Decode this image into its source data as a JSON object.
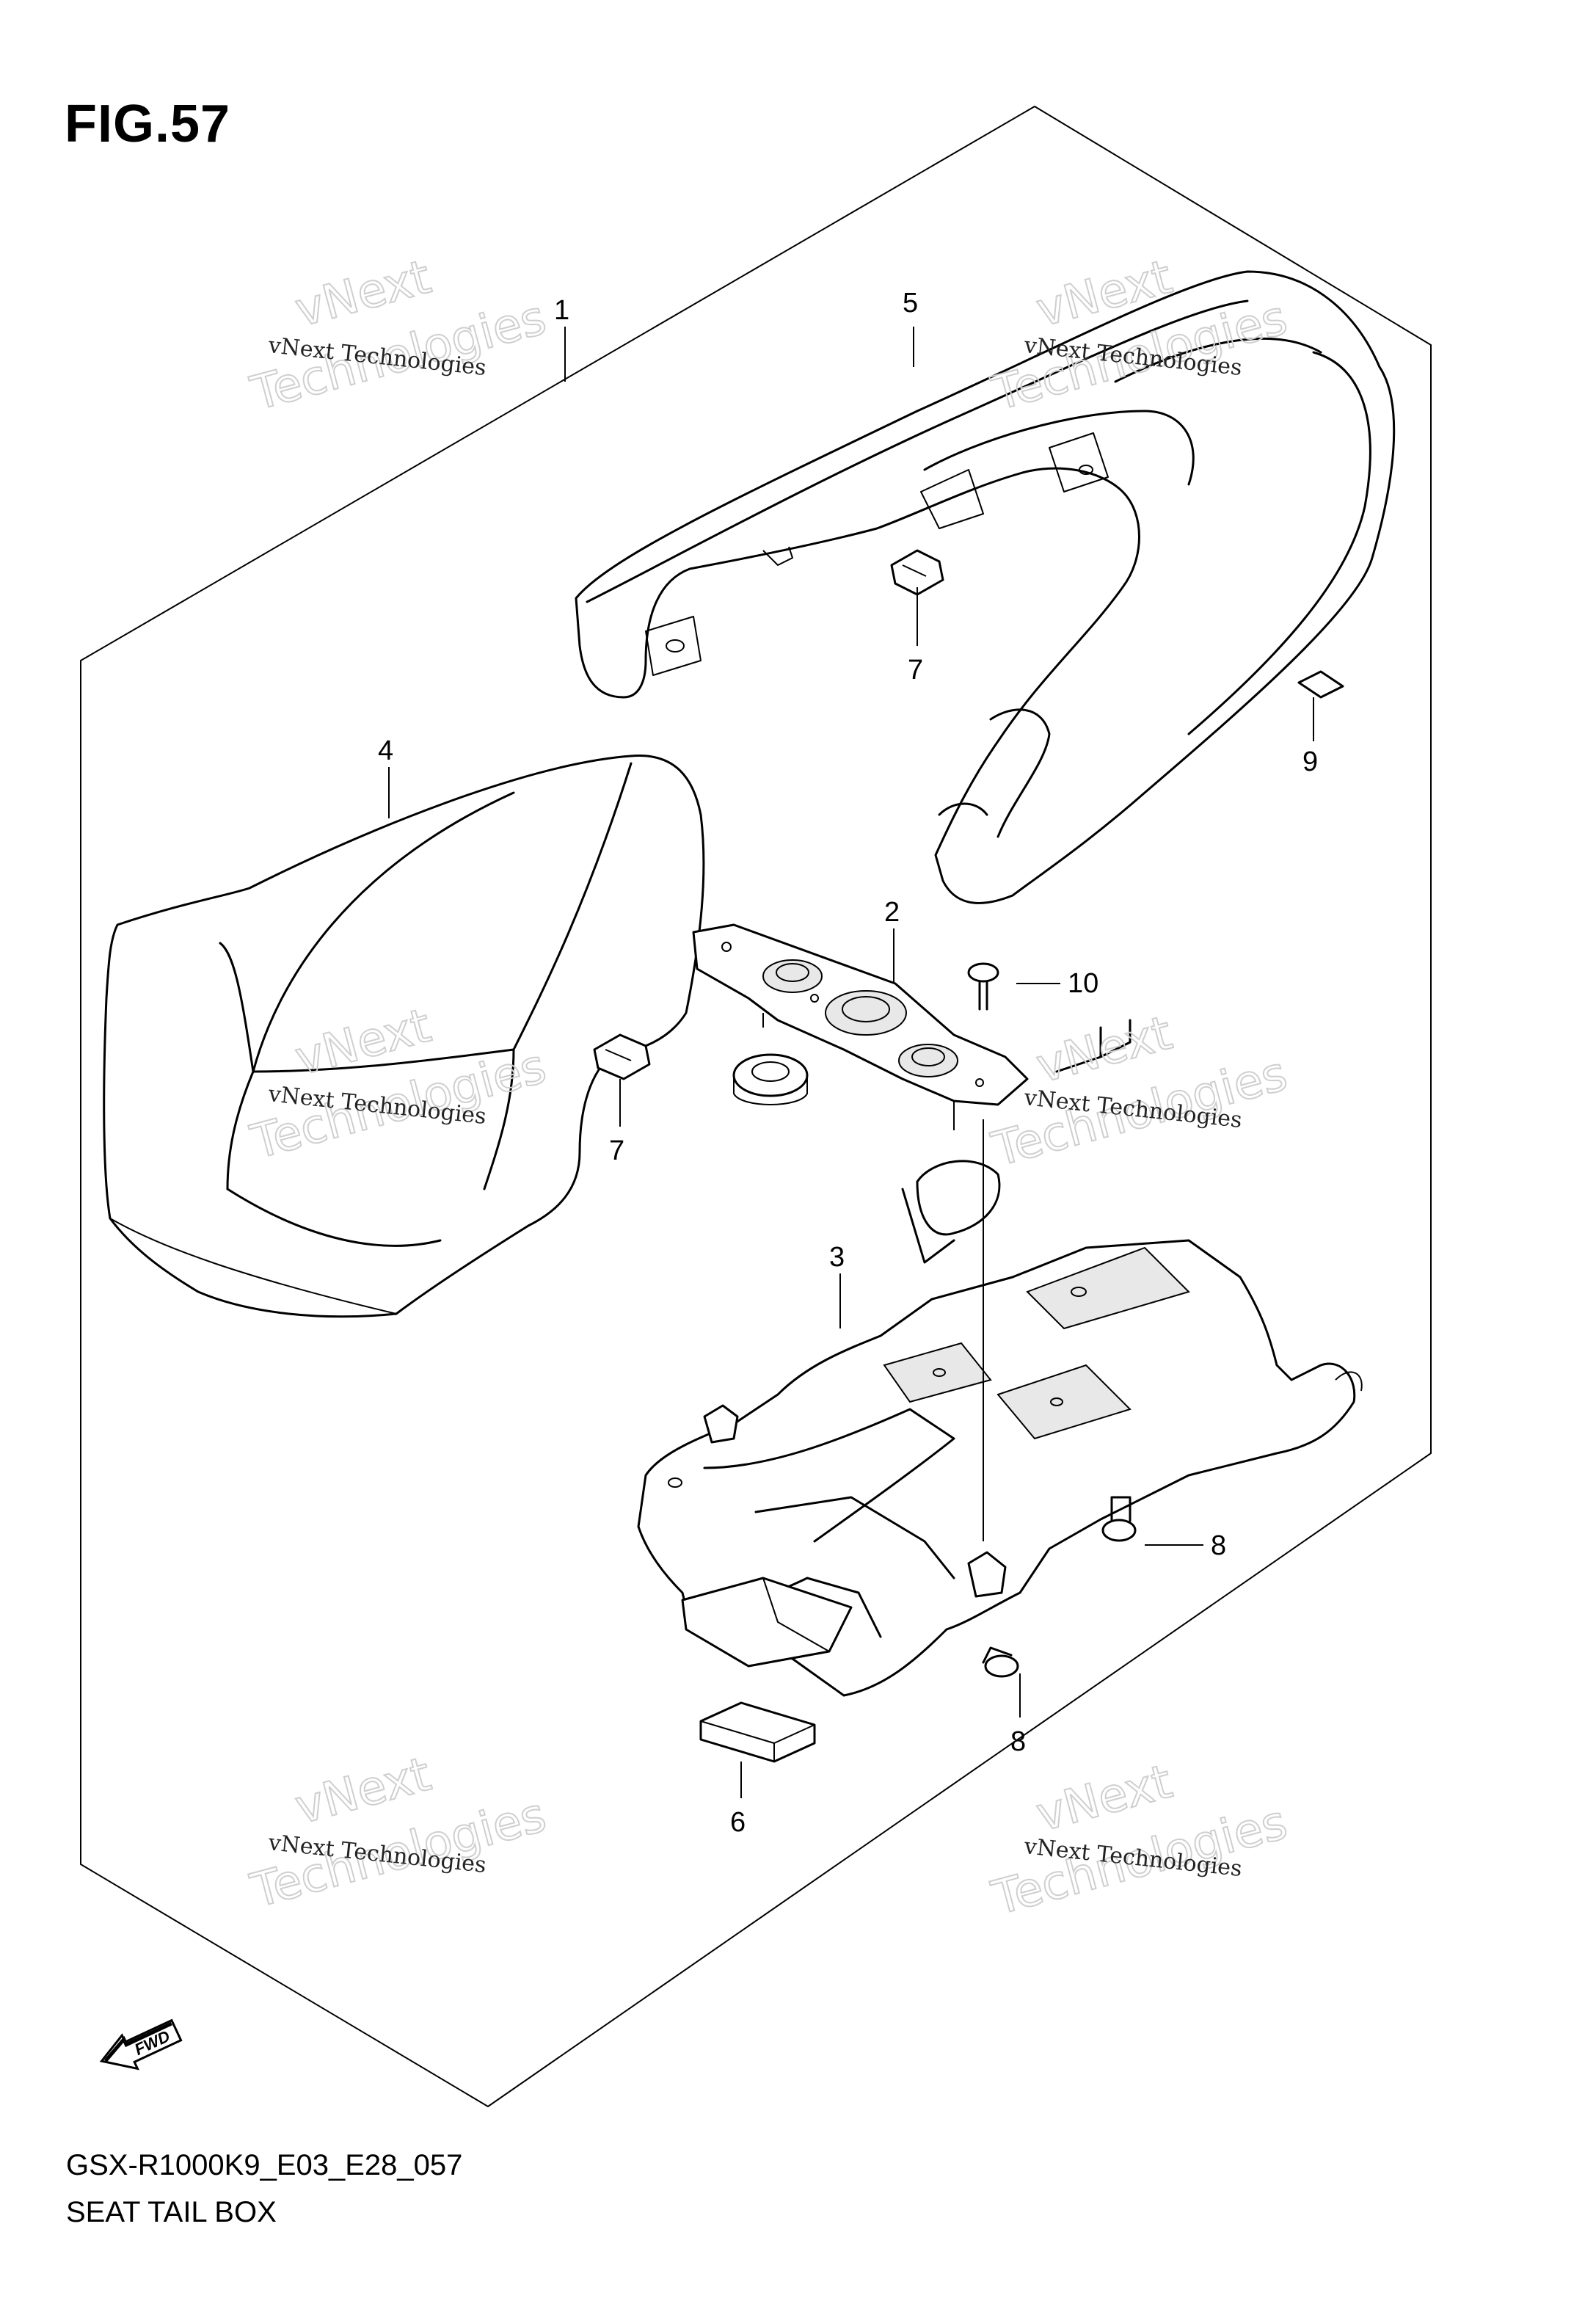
{
  "figure": {
    "title": "FIG.57",
    "model_code": "GSX-R1000K9_E03_E28_057",
    "assembly_name": "SEAT TAIL BOX"
  },
  "fwd_label": "FWD",
  "watermark": {
    "line_top": "vNext",
    "line_mid": "vNext Technologies",
    "line_big": "Technologies"
  },
  "callouts": [
    "1",
    "2",
    "3",
    "4",
    "5",
    "6",
    "7",
    "7",
    "8",
    "8",
    "9",
    "10"
  ]
}
